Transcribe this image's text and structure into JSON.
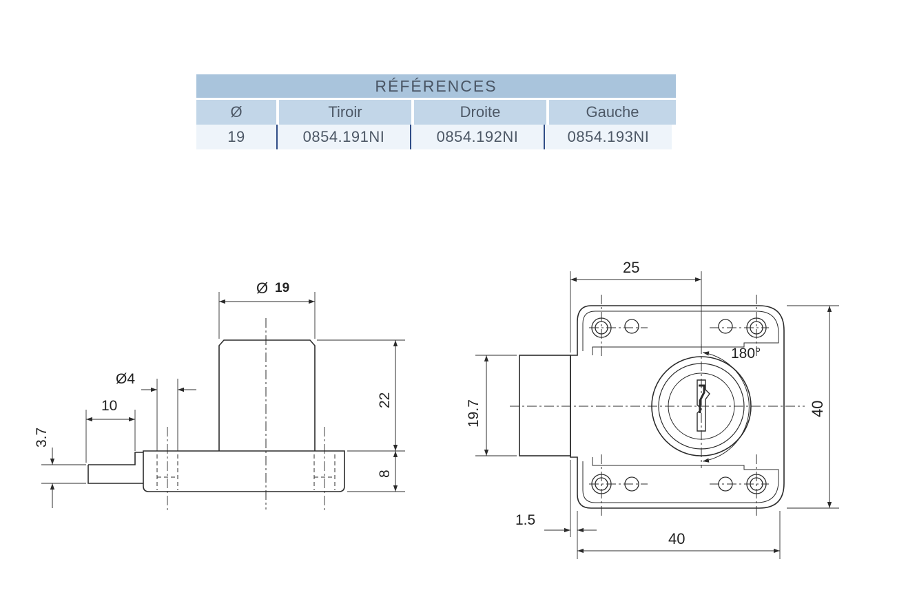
{
  "references_table": {
    "title": "RÉFÉRENCES",
    "headers": [
      "Ø",
      "Tiroir",
      "Droite",
      "Gauche"
    ],
    "row": [
      "19",
      "0854.191NI",
      "0854.192NI",
      "0854.193NI"
    ]
  },
  "side_view": {
    "dim_diameter_symbol": "Ø",
    "dim_diameter_value": "19",
    "dim_hole": "Ø4",
    "dim_bolt_length": "10",
    "dim_bolt_thickness": "3.7",
    "dim_cylinder_height": "22",
    "dim_base_height": "8"
  },
  "front_view": {
    "dim_key_offset": "25",
    "dim_rotation": "180°",
    "dim_bolt_height": "19.7",
    "dim_body_height": "40",
    "dim_body_width": "40",
    "dim_flange_offset": "1.5"
  },
  "colors": {
    "table_title_bg": "#a9c4dc",
    "table_header_bg": "#c2d6e8",
    "table_row_bg": "#eef4fa",
    "table_divider": "#2f4c86",
    "line": "#2b2b2b"
  }
}
